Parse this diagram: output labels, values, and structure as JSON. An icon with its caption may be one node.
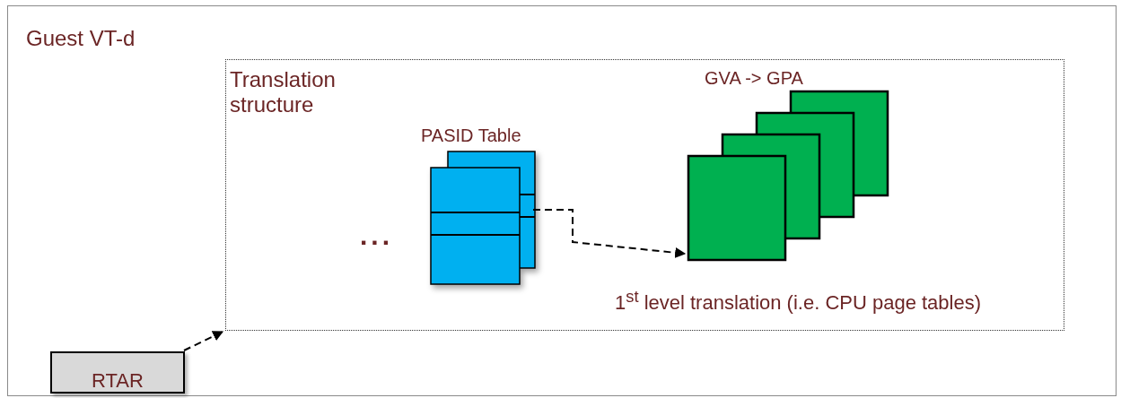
{
  "diagram": {
    "nodes": [
      {
        "text": [
          "Guest VT-d"
        ]
      },
      {
        "text": [
          "Translation structure"
        ],
        "in": 0
      },
      {
        "text": [
          "PASID Table"
        ],
        "in": 1
      },
      {
        "text": [
          "GVA -> GPA"
        ],
        "in": 1,
        "beside": [
          "1$^{st}$ level translation (i.e. CPU page tables)"
        ]
      },
      {
        "text": [
          "RTAR"
        ],
        "in": 0
      }
    ],
    "edges": [
      {
        "from": 2,
        "to": 3,
        "arrow": "to",
        "style": "dashed"
      },
      {
        "from": 4,
        "to": 1,
        "arrow": "to",
        "style": "dashed"
      }
    ],
    "labels": [
      "..."
    ]
  }
}
